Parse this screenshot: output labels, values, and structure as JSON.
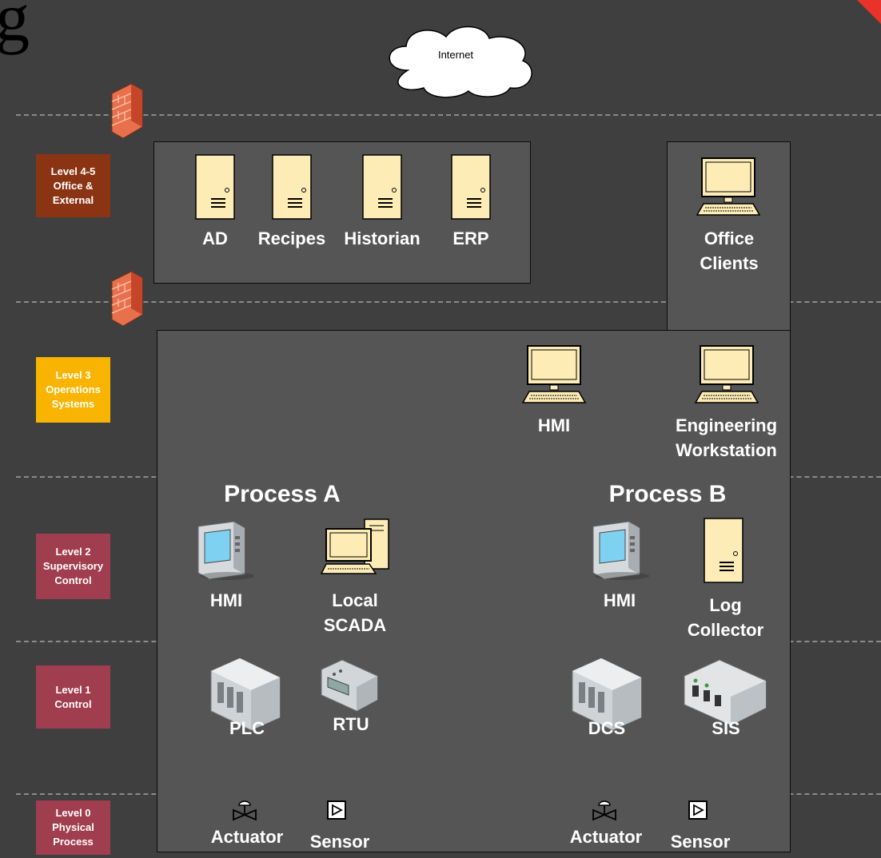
{
  "internet": {
    "label": "Internet"
  },
  "levels": [
    {
      "label": "Level 4-5\nOffice &\nExternal",
      "color": "#8b3413"
    },
    {
      "label": "Level 3\nOperations\nSystems",
      "color": "#f8b400"
    },
    {
      "label": "Level 2\nSupervisory\nControl",
      "color": "#a03d4e"
    },
    {
      "label": "Level 1\nControl",
      "color": "#a03d4e"
    },
    {
      "label": "Level 0\nPhysical\nProcess",
      "color": "#a03d4e"
    }
  ],
  "office_zone": {
    "servers": [
      "AD",
      "Recipes",
      "Historian",
      "ERP"
    ],
    "office_clients": "Office\nClients"
  },
  "operations_zone": {
    "hmi": "HMI",
    "engineering_workstation": "Engineering\nWorkstation"
  },
  "process_a": {
    "title": "Process A",
    "hmi": "HMI",
    "local_scada": "Local\nSCADA",
    "plc": "PLC",
    "rtu": "RTU",
    "actuator": "Actuator",
    "sensor": "Sensor"
  },
  "process_b": {
    "title": "Process B",
    "hmi": "HMI",
    "log_collector": "Log\nCollector",
    "dcs": "DCS",
    "sis": "SIS",
    "actuator": "Actuator",
    "sensor": "Sensor"
  }
}
